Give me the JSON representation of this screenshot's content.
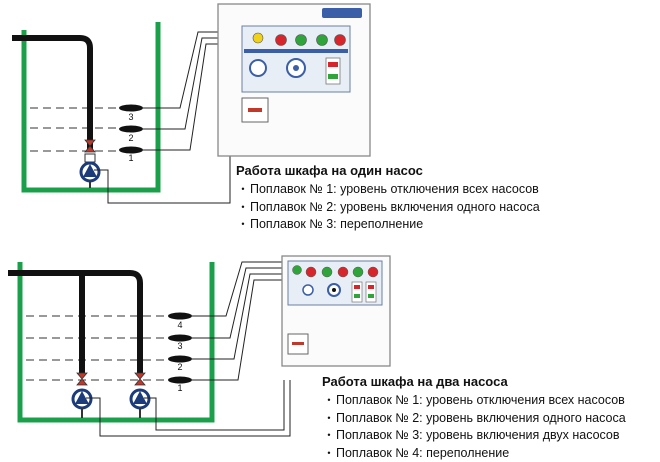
{
  "top": {
    "title": "Работа шкафа на один насос",
    "items": [
      "Поплавок № 1: уровень отключения всех насосов",
      "Поплавок № 2: уровень включения одного насоса",
      "Поплавок № 3: переполнение"
    ],
    "float_labels": [
      "3",
      "2",
      "1"
    ]
  },
  "bottom": {
    "title": "Работа шкафа на два насоса",
    "items": [
      "Поплавок № 1: уровень отключения всех насосов",
      "Поплавок № 2: уровень включения одного насоса",
      "Поплавок № 3: уровень включения двух насосов",
      "Поплавок № 4: переполнение"
    ],
    "float_labels": [
      "4",
      "3",
      "2",
      "1"
    ]
  },
  "colors": {
    "tank": "#1aa04a",
    "pipe": "#111111",
    "cabinet_border": "#9a9a9a",
    "lamp_green": "#2fa43b",
    "lamp_red": "#d6262b"
  }
}
